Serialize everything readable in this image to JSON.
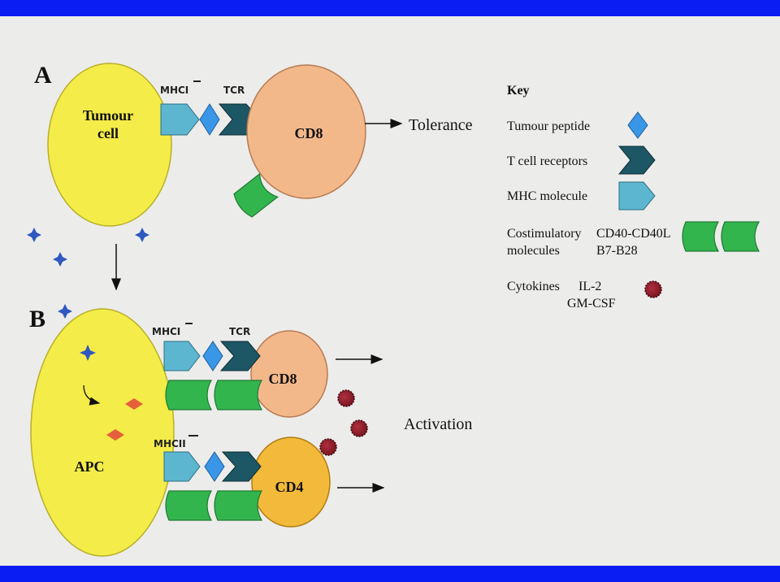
{
  "panel_a": {
    "letter": "A",
    "tumour_cell_line1": "Tumour",
    "tumour_cell_line2": "cell",
    "mhc_label": "MHCI",
    "tcr_label": "TCR",
    "cd8_label": "CD8",
    "outcome": "Tolerance"
  },
  "panel_b": {
    "letter": "B",
    "apc_label": "APC",
    "mhc1_label": "MHCI",
    "tcr_label": "TCR",
    "mhc2_label": "MHCII",
    "cd8_label": "CD8",
    "cd4_label": "CD4",
    "outcome": "Activation"
  },
  "key": {
    "title": "Key",
    "tumour_peptide": "Tumour peptide",
    "t_cell_receptors": "T cell receptors",
    "mhc_molecule": "MHC molecule",
    "costim_line1": "Costimulatory",
    "costim_line2": "molecules",
    "costim_pair1": "CD40-CD40L",
    "costim_pair2": "B7-B28",
    "cytokines": "Cytokines",
    "cytokine1": "IL-2",
    "cytokine2": "GM-CSF"
  },
  "colors": {
    "cell_yellow": "#f4ec48",
    "cd8_peach": "#f3b88a",
    "cd4_orange": "#f3b93a",
    "mhc_blue": "#5cb6cf",
    "peptide_blue": "#3a96e6",
    "tcr_teal": "#1d5664",
    "costim_green": "#33b54e",
    "cytokine_red": "#8e1f2a",
    "antigen_star": "#2f58c0",
    "fragment_orange": "#e5603a",
    "frame_blue": "#0a1df2"
  }
}
